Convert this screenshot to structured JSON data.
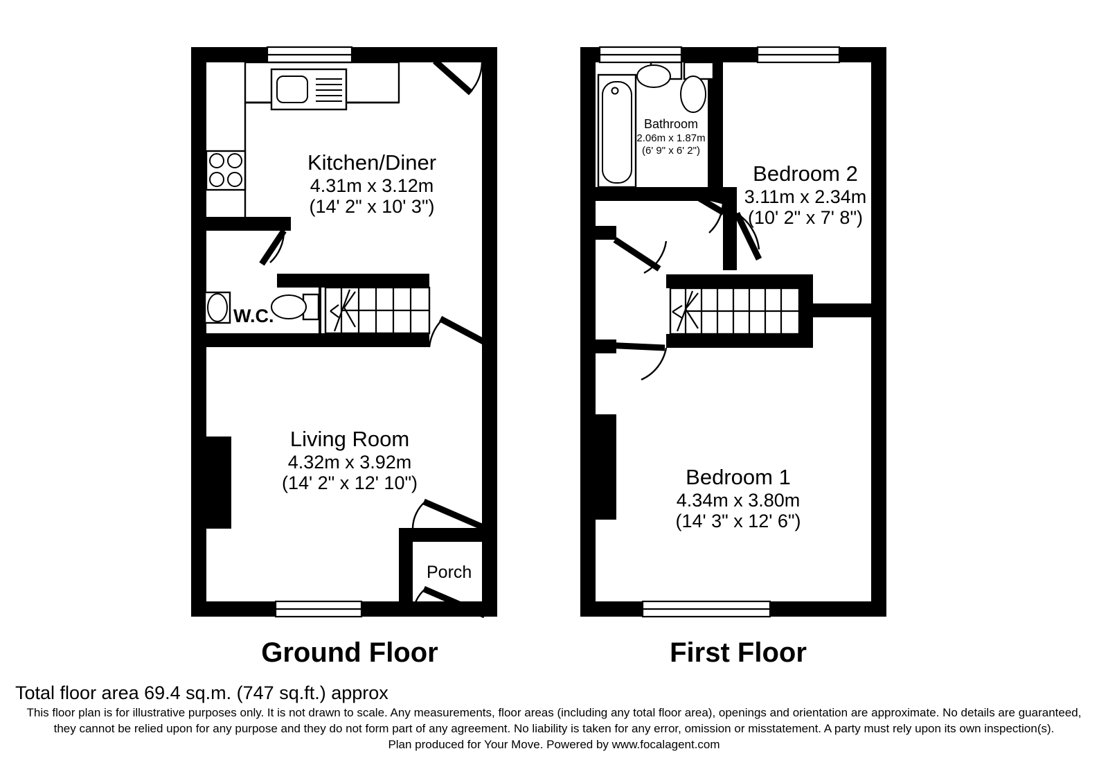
{
  "document": {
    "type": "residential-floor-plan",
    "total_area_label": "Total floor area 69.4 sq.m. (747 sq.ft.) approx",
    "disclaimer_line_1": "This floor plan is for illustrative purposes only. It is not drawn to scale. Any measurements, floor areas (including any total floor area), openings and orientation are approximate. No details are guaranteed,",
    "disclaimer_line_2": "they cannot be relied upon for any purpose and they do not form part of any agreement. No liability is taken for any error, omission or misstatement. A party must rely upon its own inspection(s).",
    "credit_line": "Plan produced for Your Move. Powered by www.focalagent.com",
    "ink_color": "#000000",
    "background_color": "#ffffff"
  },
  "floors": [
    {
      "id": "ground",
      "title": "Ground Floor",
      "rooms": [
        {
          "id": "kitchen-diner",
          "name": "Kitchen/Diner",
          "dim_metric": "4.31m x 3.12m",
          "dim_imperial": "(14' 2\" x 10' 3\")"
        },
        {
          "id": "living-room",
          "name": "Living Room",
          "dim_metric": "4.32m x 3.92m",
          "dim_imperial": "(14' 2\" x 12' 10\")"
        },
        {
          "id": "wc",
          "name": "W.C.",
          "dim_metric": "",
          "dim_imperial": ""
        },
        {
          "id": "porch",
          "name": "Porch",
          "dim_metric": "",
          "dim_imperial": ""
        }
      ],
      "fixtures": [
        "sink",
        "hob",
        "wc-basin",
        "wc-toilet",
        "staircase"
      ],
      "openings": [
        "rear-window",
        "rear-door",
        "kitchen-door",
        "hall-door",
        "front-window",
        "porch-inner-door",
        "porch-outer-door"
      ]
    },
    {
      "id": "first",
      "title": "First Floor",
      "rooms": [
        {
          "id": "bathroom",
          "name": "Bathroom",
          "dim_metric": "2.06m x 1.87m",
          "dim_imperial": "(6' 9\" x 6' 2\")"
        },
        {
          "id": "bedroom-2",
          "name": "Bedroom 2",
          "dim_metric": "3.11m x 2.34m",
          "dim_imperial": "(10' 2\" x 7' 8\")"
        },
        {
          "id": "bedroom-1",
          "name": "Bedroom 1",
          "dim_metric": "4.34m x 3.80m",
          "dim_imperial": "(14' 3\" x 12' 6\")"
        }
      ],
      "fixtures": [
        "bath",
        "basin",
        "toilet",
        "staircase"
      ],
      "openings": [
        "bathroom-window",
        "bedroom2-window",
        "bedroom1-window",
        "bathroom-door",
        "bedroom2-door",
        "bedroom1-door"
      ]
    }
  ]
}
